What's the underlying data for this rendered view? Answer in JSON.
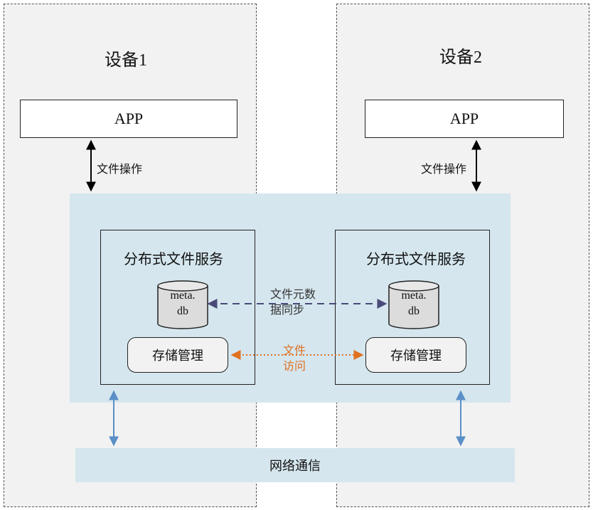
{
  "devices": [
    {
      "title": "设备1",
      "app_label": "APP",
      "file_op_label": "文件操作",
      "service_title": "分布式文件服务",
      "db_label": [
        "meta.",
        "db"
      ],
      "storage_label": "存储管理"
    },
    {
      "title": "设备2",
      "app_label": "APP",
      "file_op_label": "文件操作",
      "service_title": "分布式文件服务",
      "db_label": [
        "meta.",
        "db"
      ],
      "storage_label": "存储管理"
    }
  ],
  "sync_label": [
    "文件元数",
    "据同步"
  ],
  "access_label": [
    "文件",
    "访问"
  ],
  "network_label": "网络通信",
  "colors": {
    "shared_bg": "#d5e6ee",
    "device_bg": "#f2f2f2",
    "sync_arrow": "#4a4a7a",
    "access_arrow": "#e07020",
    "network_arrow": "#5b8fc7"
  }
}
